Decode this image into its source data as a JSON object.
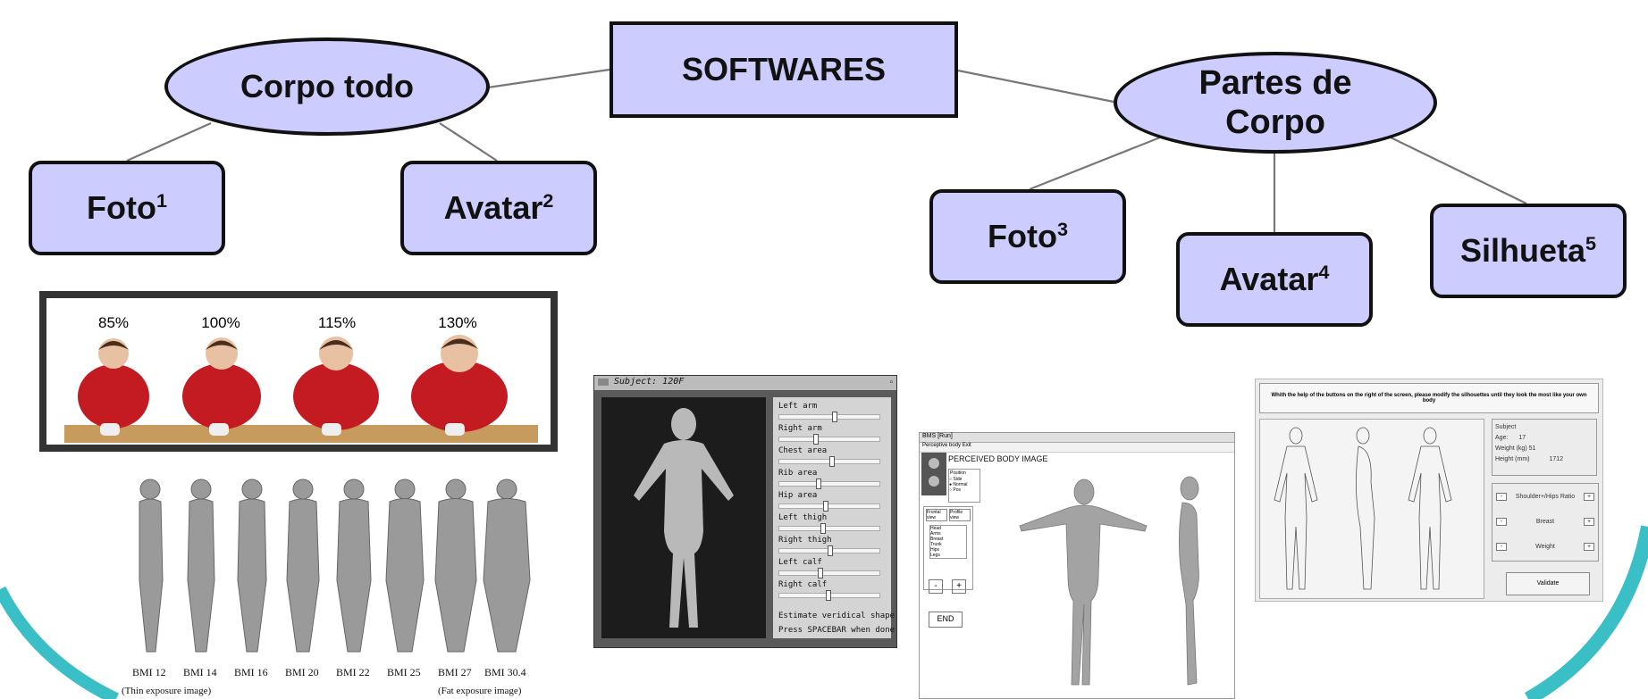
{
  "diagram": {
    "root": {
      "label": "SOFTWARES"
    },
    "left_group": {
      "label": "Corpo todo"
    },
    "right_group": {
      "label": "Partes de Corpo"
    },
    "leaves": [
      {
        "label": "Foto",
        "ref": "1"
      },
      {
        "label": "Avatar",
        "ref": "2"
      },
      {
        "label": "Foto",
        "ref": "3"
      },
      {
        "label": "Avatar",
        "ref": "4"
      },
      {
        "label": "Silhueta",
        "ref": "5"
      }
    ],
    "colors": {
      "node_fill": "#ccccff",
      "node_border": "#111111",
      "connector": "#777777",
      "accent_arc": "#3bbfc6"
    }
  },
  "panel_photo": {
    "percentages": [
      "85%",
      "100%",
      "115%",
      "130%"
    ]
  },
  "panel_bmi": {
    "labels": [
      "BMI 12",
      "BMI 14",
      "BMI 16",
      "BMI 20",
      "BMI 22",
      "BMI 25",
      "BMI 27",
      "BMI 30.4"
    ],
    "caption_left": "(Thin exposure image)",
    "caption_right": "(Fat exposure image)"
  },
  "panel_subject": {
    "title": "Subject: 120F",
    "sliders": [
      {
        "label": "Left arm",
        "value": 0.55
      },
      {
        "label": "Right arm",
        "value": 0.35
      },
      {
        "label": "Chest area",
        "value": 0.52
      },
      {
        "label": "Rib area",
        "value": 0.38
      },
      {
        "label": "Hip area",
        "value": 0.45
      },
      {
        "label": "Left thigh",
        "value": 0.43
      },
      {
        "label": "Right thigh",
        "value": 0.5
      },
      {
        "label": "Left calf",
        "value": 0.4
      },
      {
        "label": "Right calf",
        "value": 0.48
      }
    ],
    "footer_1": "Estimate veridical shape",
    "footer_2": "Press SPACEBAR when done"
  },
  "panel_perceived": {
    "window_title": "BMS [Run]",
    "menu": "Perceptive body   Exit",
    "heading": "PERCEIVED BODY IMAGE",
    "position_title": "Position",
    "radios": [
      "Side",
      "Normal",
      "Pos"
    ],
    "view_labels": [
      "Frontal view",
      "Profile view"
    ],
    "part_list": [
      "Head",
      "Arms",
      "Breast",
      "Trunk",
      "Hips",
      "Legs"
    ],
    "minus": "-",
    "plus": "+",
    "end": "END"
  },
  "panel_silhouette": {
    "instruction": "Whith the help of the buttons on the right of the screen, please modify the silhouettes until they look the most like your own body",
    "subject_title": "Subject",
    "age_label": "Age:",
    "age_value": "17",
    "weight_label": "Weight (kg)",
    "weight_value": "51",
    "height_label": "Height (mm)",
    "height_value": "1712",
    "controls": [
      "Shoulder+/Hips Ratio",
      "Breast",
      "Weight"
    ],
    "minus": "-",
    "plus": "+",
    "validate": "Validate"
  }
}
